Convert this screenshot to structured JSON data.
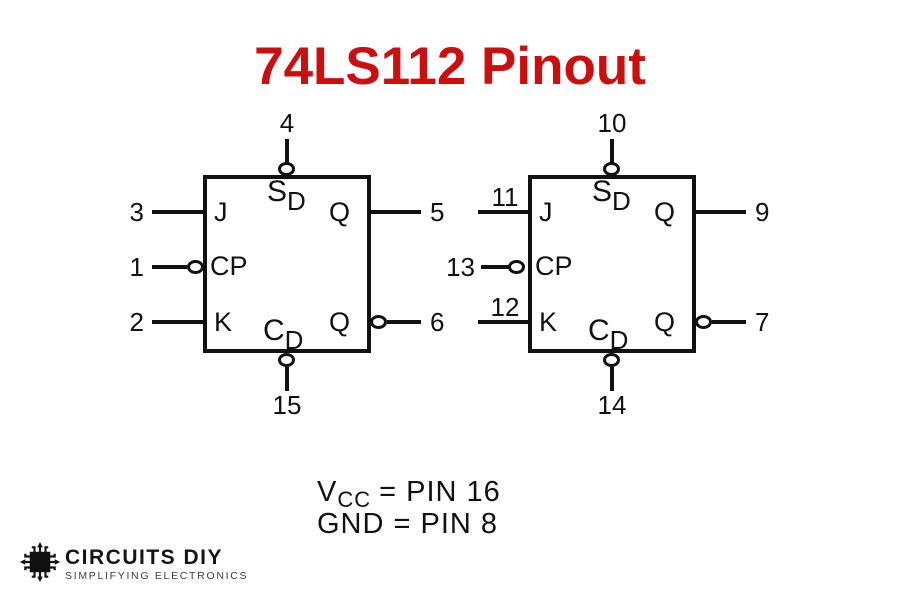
{
  "title": "74LS112 Pinout",
  "colors": {
    "title": "#CB0E0E",
    "ink": "#111111"
  },
  "flipflops": [
    {
      "set_pin": "4",
      "clear_pin": "15",
      "set_label": "S",
      "set_label_sub": "D",
      "clear_label": "C",
      "clear_label_sub": "D",
      "j": {
        "pin": "3",
        "label": "J"
      },
      "cp": {
        "pin": "1",
        "label": "CP"
      },
      "k": {
        "pin": "2",
        "label": "K"
      },
      "q": {
        "pin": "5",
        "label": "Q"
      },
      "qb": {
        "pin": "6",
        "label": "Q"
      }
    },
    {
      "set_pin": "10",
      "clear_pin": "14",
      "set_label": "S",
      "set_label_sub": "D",
      "clear_label": "C",
      "clear_label_sub": "D",
      "j": {
        "pin": "11",
        "label": "J"
      },
      "cp": {
        "pin": "13",
        "label": "CP"
      },
      "k": {
        "pin": "12",
        "label": "K"
      },
      "q": {
        "pin": "9",
        "label": "Q"
      },
      "qb": {
        "pin": "7",
        "label": "Q"
      }
    }
  ],
  "power_notes": {
    "vcc_symbol": "V",
    "vcc_sub": "CC",
    "vcc_value": "= PIN 16",
    "gnd_line": "GND = PIN 8"
  },
  "logo": {
    "brand": "CIRCUITS DIY",
    "tagline": "SIMPLIFYING ELECTRONICS"
  }
}
